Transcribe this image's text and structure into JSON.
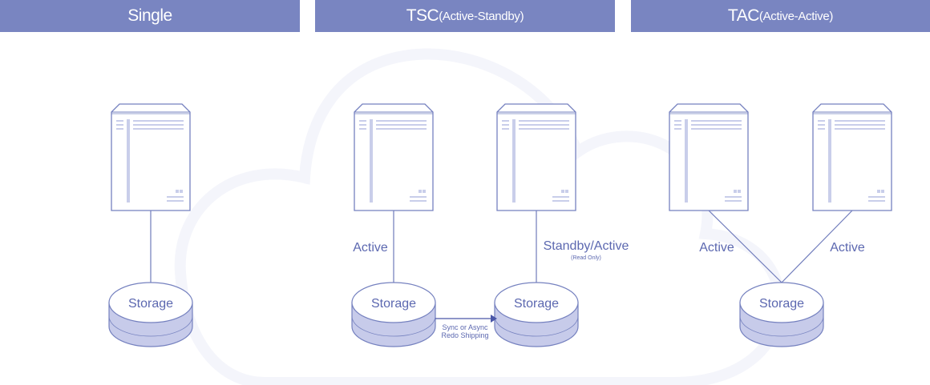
{
  "headers": [
    {
      "main": "Single",
      "sub": ""
    },
    {
      "main": "TSC",
      "sub": "(Active-Standby)"
    },
    {
      "main": "TAC",
      "sub": "(Active-Active)"
    }
  ],
  "single": {
    "storage": "Storage"
  },
  "tsc": {
    "storage_left": "Storage",
    "storage_right": "Storage",
    "label_left": "Active",
    "label_right": "Standby/Active",
    "label_right_note": "(Read Only)",
    "shipping_line1": "Sync or Async",
    "shipping_line2": "Redo Shipping"
  },
  "tac": {
    "storage": "Storage",
    "label_left": "Active",
    "label_right": "Active"
  },
  "colors": {
    "header_bg": "#7985c1",
    "header_text": "#ffffff",
    "label_text": "#5c68b0",
    "server_border": "#7581bf",
    "server_detail": "#c9ceea",
    "storage_fill": "#c7cbea",
    "storage_top": "#ffffff",
    "cloud_bg": "#f4f5fb",
    "line": "#6f7bbb",
    "arrow": "#4a56a8"
  },
  "icons": [
    "server-icon",
    "storage-icon",
    "cloud-icon",
    "arrow-icon"
  ]
}
